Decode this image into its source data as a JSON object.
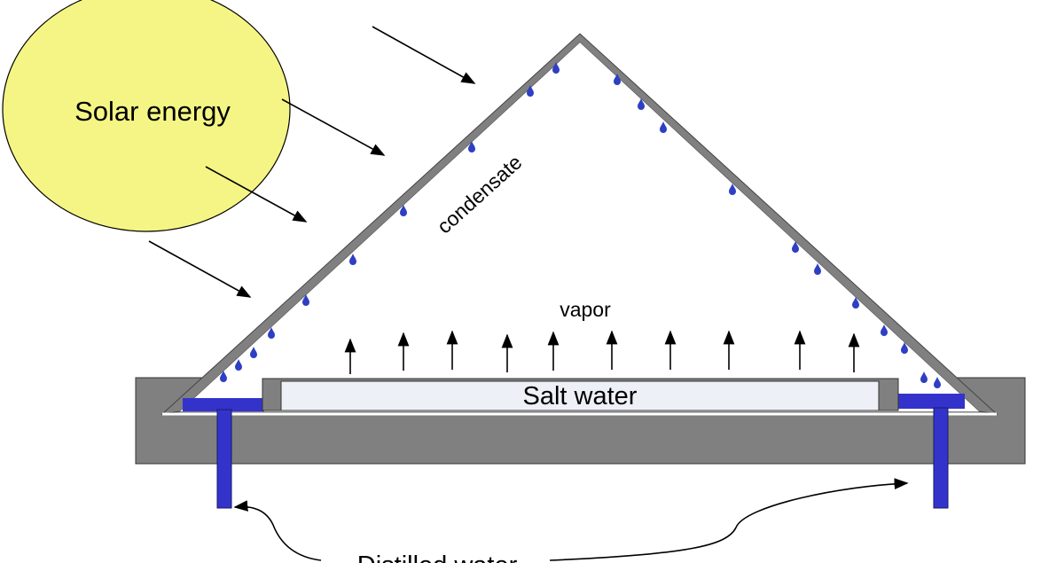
{
  "labels": {
    "sun": "Solar energy",
    "condensate": "condensate",
    "vapor": "vapor",
    "salt_water": "Salt water",
    "distilled_water": "Distilled water"
  },
  "colors": {
    "sun_fill": "#f5f585",
    "basin": "#808080",
    "glass": "#808080",
    "salt_water": "#eef0f7",
    "distillate": "#3333cc",
    "droplet": "#2f3fc4",
    "ink": "#000000"
  }
}
